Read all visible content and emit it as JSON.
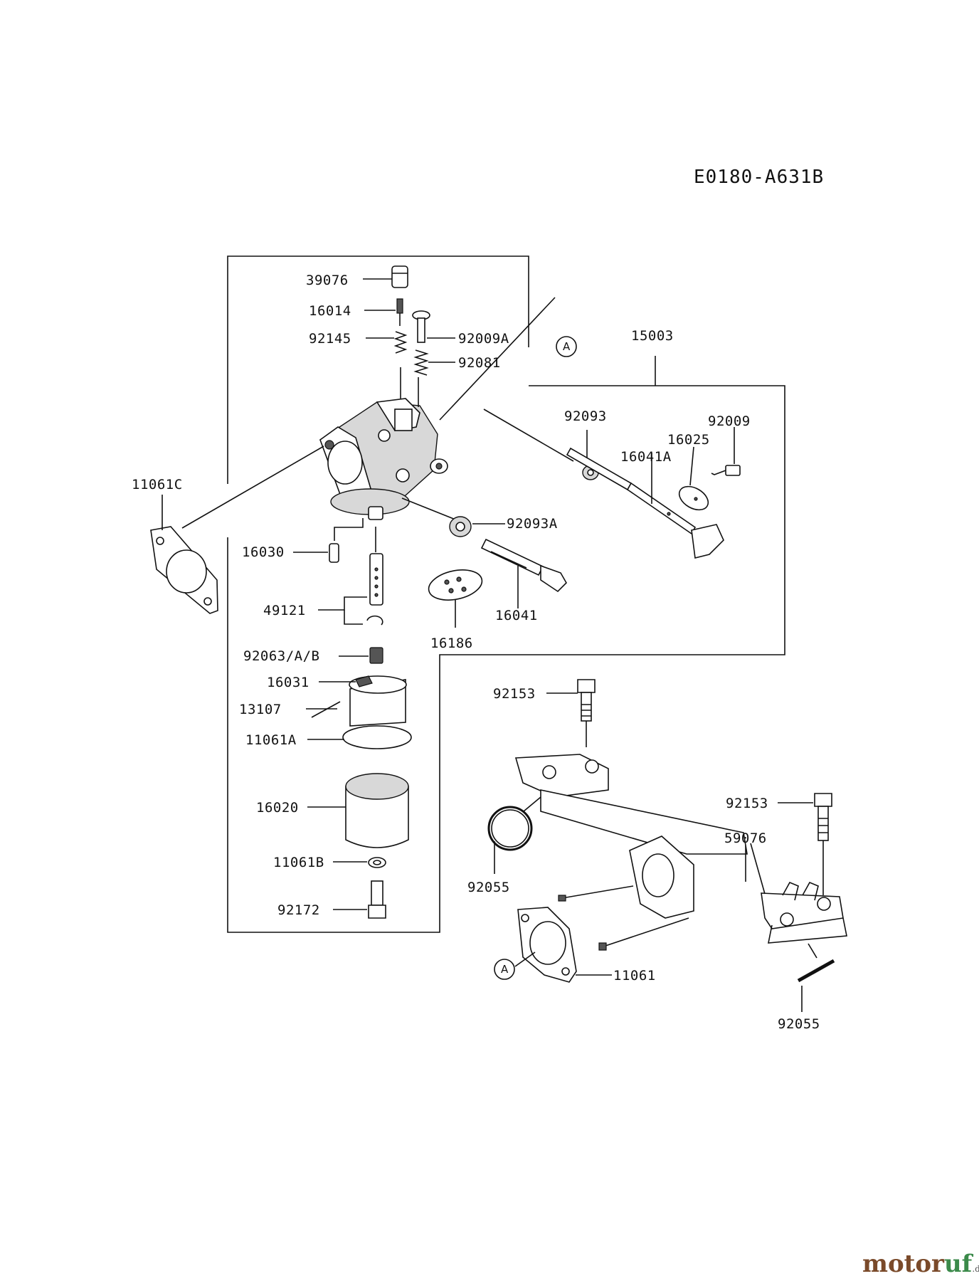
{
  "diagram_code": "E0180-A631B",
  "watermark": {
    "brand_part1": "motor",
    "brand_part2": "uf",
    "tld": ".de"
  },
  "callout_letter": "A",
  "parts": {
    "p39076": "39076",
    "p16014": "16014",
    "p92009A": "92009A",
    "p92145": "92145",
    "p92081": "92081",
    "p15003": "15003",
    "p92093": "92093",
    "p92009": "92009",
    "p16025": "16025",
    "p16041A": "16041A",
    "p11061C": "11061C",
    "p16030": "16030",
    "p92093A": "92093A",
    "p49121": "49121",
    "p16041": "16041",
    "p16186": "16186",
    "p92063AB": "92063/A/B",
    "p16031": "16031",
    "p13107": "13107",
    "p11061A": "11061A",
    "p92153a": "92153",
    "p16020": "16020",
    "p92153b": "92153",
    "p59076": "59076",
    "p92055a": "92055",
    "p11061B": "11061B",
    "p92172": "92172",
    "p11061": "11061",
    "p92055b": "92055"
  }
}
